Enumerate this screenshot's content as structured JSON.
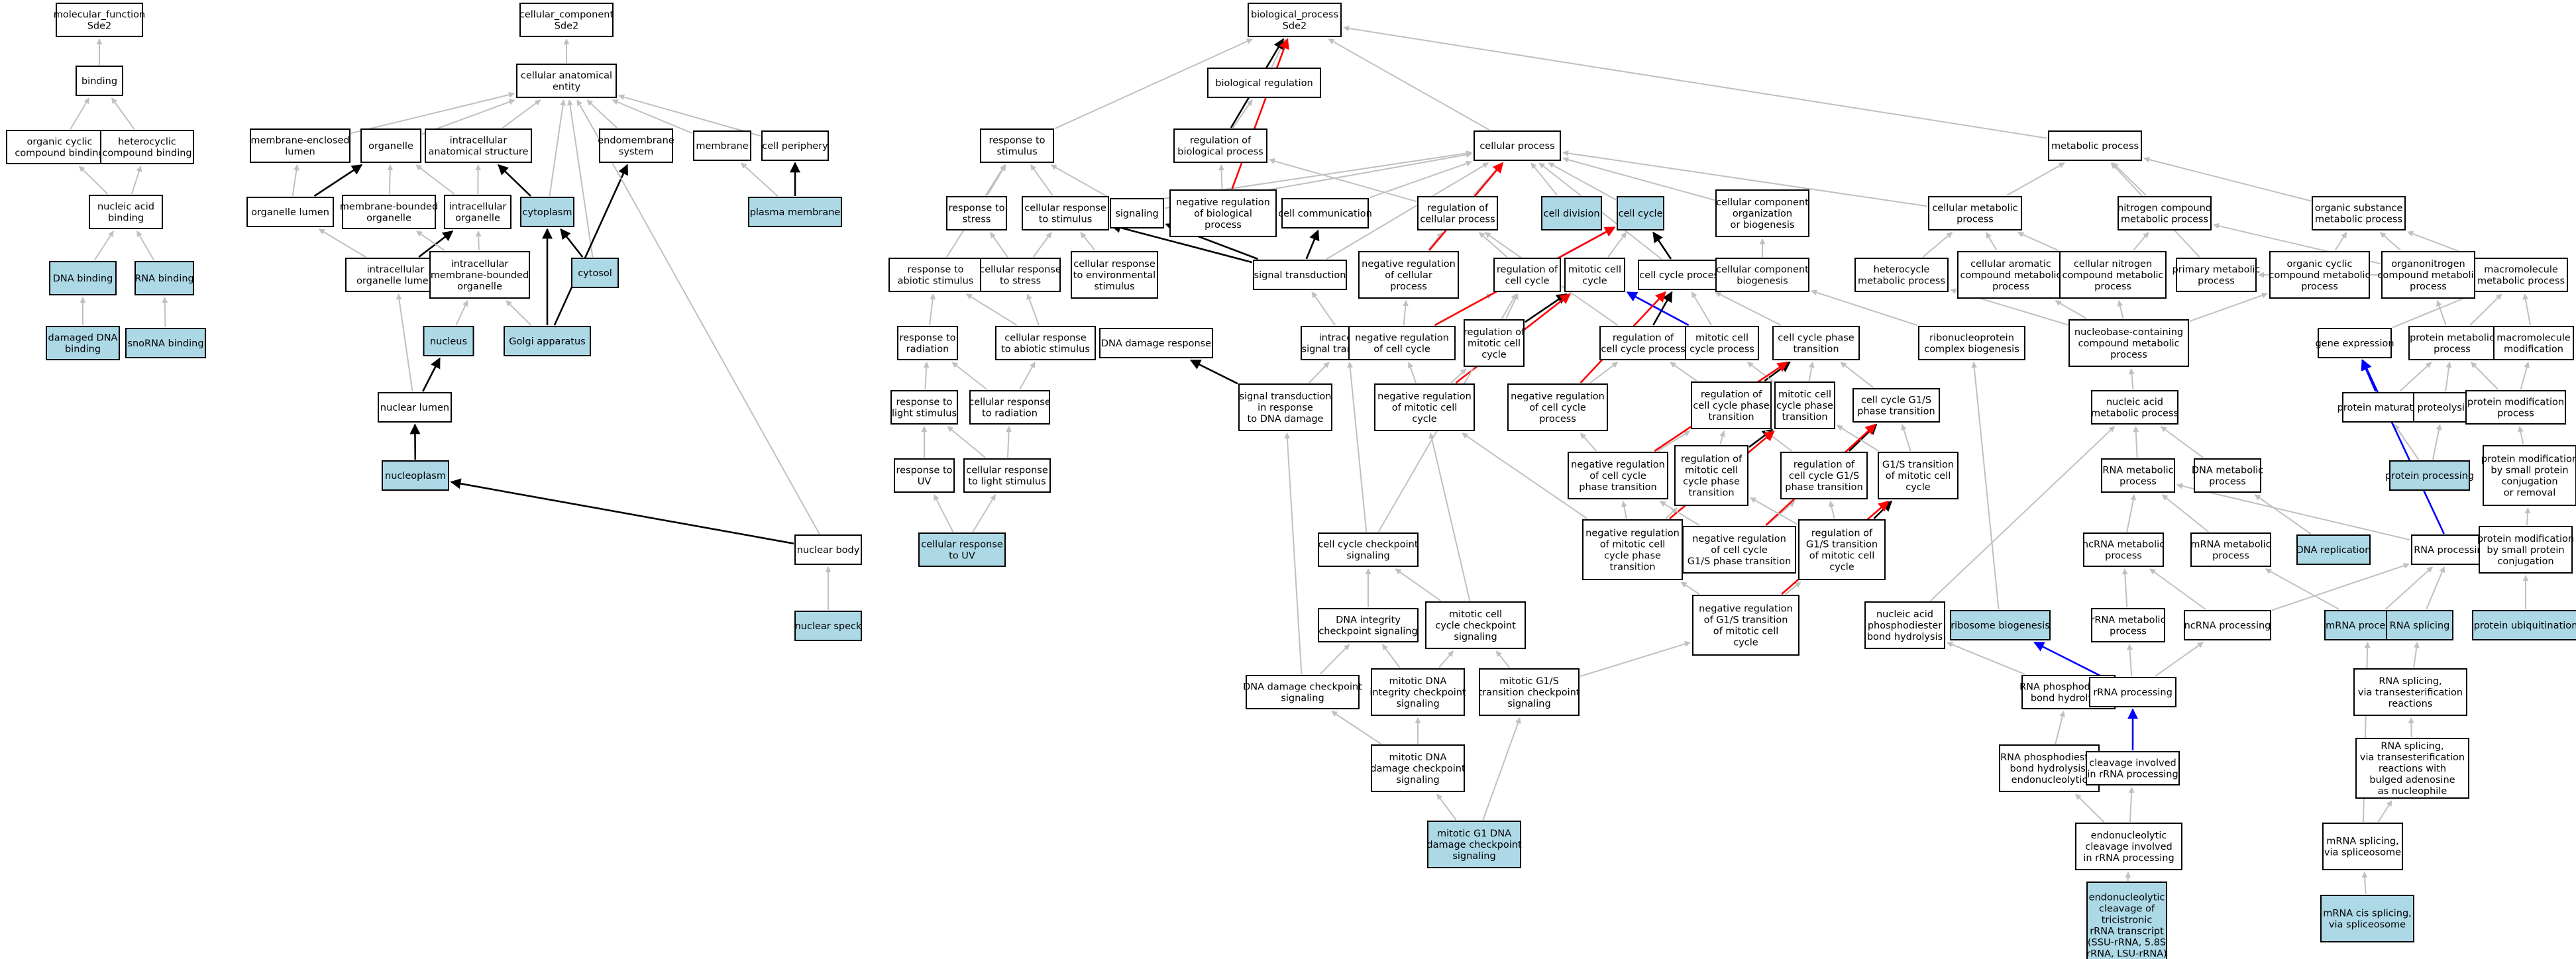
{
  "colors": {
    "background": "#ffffff",
    "plain_fill": "#ffffff",
    "highlight_fill": "#add8e6",
    "border": "#000000",
    "edge_is_a": "#c0c0c0",
    "edge_part_of": "#000000",
    "edge_regulates": "#0000ff",
    "edge_negatively_regulates": "#ff0000"
  },
  "nodes": [
    {
      "id": "mf",
      "label": [
        "molecular_function",
        "Sde2"
      ]
    },
    {
      "id": "binding",
      "label": [
        "binding"
      ]
    },
    {
      "id": "ocb",
      "label": [
        "organic cyclic",
        "compound binding"
      ]
    },
    {
      "id": "hcb",
      "label": [
        "heterocyclic",
        "compound binding"
      ]
    },
    {
      "id": "nab",
      "label": [
        "nucleic acid",
        "binding"
      ]
    },
    {
      "id": "dnab",
      "label": [
        "DNA binding"
      ],
      "hl": true
    },
    {
      "id": "rnab",
      "label": [
        "RNA binding"
      ],
      "hl": true
    },
    {
      "id": "ddnab",
      "label": [
        "damaged DNA",
        "binding"
      ],
      "hl": true
    },
    {
      "id": "snorna",
      "label": [
        "snoRNA binding"
      ],
      "hl": true
    },
    {
      "id": "cc",
      "label": [
        "cellular_component",
        "Sde2"
      ]
    },
    {
      "id": "cae",
      "label": [
        "cellular anatomical",
        "entity"
      ]
    },
    {
      "id": "mel",
      "label": [
        "membrane-enclosed",
        "lumen"
      ]
    },
    {
      "id": "organelle",
      "label": [
        "organelle"
      ]
    },
    {
      "id": "ias",
      "label": [
        "intracellular",
        "anatomical structure"
      ]
    },
    {
      "id": "ems",
      "label": [
        "endomembrane",
        "system"
      ]
    },
    {
      "id": "membrane",
      "label": [
        "membrane"
      ]
    },
    {
      "id": "cperi",
      "label": [
        "cell periphery"
      ]
    },
    {
      "id": "olumen",
      "label": [
        "organelle lumen"
      ]
    },
    {
      "id": "mbo",
      "label": [
        "membrane-bounded",
        "organelle"
      ]
    },
    {
      "id": "io",
      "label": [
        "intracellular",
        "organelle"
      ]
    },
    {
      "id": "cytoplasm",
      "label": [
        "cytoplasm"
      ],
      "hl": true
    },
    {
      "id": "pm",
      "label": [
        "plasma membrane"
      ],
      "hl": true
    },
    {
      "id": "iol",
      "label": [
        "intracellular",
        "organelle lumen"
      ]
    },
    {
      "id": "imbo",
      "label": [
        "intracellular",
        "membrane-bounded",
        "organelle"
      ]
    },
    {
      "id": "cytosol",
      "label": [
        "cytosol"
      ],
      "hl": true
    },
    {
      "id": "nucleus",
      "label": [
        "nucleus"
      ],
      "hl": true
    },
    {
      "id": "golgi",
      "label": [
        "Golgi apparatus"
      ],
      "hl": true
    },
    {
      "id": "nlumen",
      "label": [
        "nuclear lumen"
      ]
    },
    {
      "id": "nucleoplasm",
      "label": [
        "nucleoplasm"
      ],
      "hl": true
    },
    {
      "id": "nbody",
      "label": [
        "nuclear body"
      ]
    },
    {
      "id": "nspeck",
      "label": [
        "nuclear speck"
      ],
      "hl": true
    },
    {
      "id": "bp",
      "label": [
        "biological_process",
        "Sde2"
      ]
    },
    {
      "id": "breg",
      "label": [
        "biological regulation"
      ]
    },
    {
      "id": "rts",
      "label": [
        "response to",
        "stimulus"
      ]
    },
    {
      "id": "rbp",
      "label": [
        "regulation of",
        "biological process"
      ]
    },
    {
      "id": "cellproc",
      "label": [
        "cellular process"
      ]
    },
    {
      "id": "metproc",
      "label": [
        "metabolic process"
      ]
    },
    {
      "id": "rtstress",
      "label": [
        "response to",
        "stress"
      ]
    },
    {
      "id": "crts",
      "label": [
        "cellular response",
        "to stimulus"
      ]
    },
    {
      "id": "signaling",
      "label": [
        "signaling"
      ]
    },
    {
      "id": "nrbp",
      "label": [
        "negative regulation",
        "of biological",
        "process"
      ]
    },
    {
      "id": "ccomm",
      "label": [
        "cell communication"
      ]
    },
    {
      "id": "rcp",
      "label": [
        "regulation of",
        "cellular process"
      ]
    },
    {
      "id": "celldiv",
      "label": [
        "cell division"
      ],
      "hl": true
    },
    {
      "id": "cellcycle",
      "label": [
        "cell cycle"
      ],
      "hl": true
    },
    {
      "id": "ccob",
      "label": [
        "cellular component",
        "organization",
        "or biogenesis"
      ]
    },
    {
      "id": "cmp",
      "label": [
        "cellular metabolic",
        "process"
      ]
    },
    {
      "id": "ncmp",
      "label": [
        "nitrogen compound",
        "metabolic process"
      ]
    },
    {
      "id": "osmp",
      "label": [
        "organic substance",
        "metabolic process"
      ]
    },
    {
      "id": "rtas",
      "label": [
        "response to",
        "abiotic stimulus"
      ]
    },
    {
      "id": "crtstress",
      "label": [
        "cellular response",
        "to stress"
      ]
    },
    {
      "id": "crtes",
      "label": [
        "cellular response",
        "to environmental",
        "stimulus"
      ]
    },
    {
      "id": "sigtrans",
      "label": [
        "signal transduction"
      ]
    },
    {
      "id": "nrcp",
      "label": [
        "negative regulation",
        "of cellular",
        "process"
      ]
    },
    {
      "id": "rcc",
      "label": [
        "regulation of",
        "cell cycle"
      ]
    },
    {
      "id": "mcc",
      "label": [
        "mitotic cell",
        "cycle"
      ]
    },
    {
      "id": "ccp",
      "label": [
        "cell cycle process"
      ]
    },
    {
      "id": "ccb",
      "label": [
        "cellular component",
        "biogenesis"
      ]
    },
    {
      "id": "hmp",
      "label": [
        "heterocycle",
        "metabolic process"
      ]
    },
    {
      "id": "cacmp",
      "label": [
        "cellular aromatic",
        "compound metabolic",
        "process"
      ]
    },
    {
      "id": "cncmp",
      "label": [
        "cellular nitrogen",
        "compound metabolic",
        "process"
      ]
    },
    {
      "id": "pmp",
      "label": [
        "primary metabolic",
        "process"
      ]
    },
    {
      "id": "occmp",
      "label": [
        "organic cyclic",
        "compound metabolic",
        "process"
      ]
    },
    {
      "id": "oncmp",
      "label": [
        "organonitrogen",
        "compound metabolic",
        "process"
      ]
    },
    {
      "id": "mmp",
      "label": [
        "macromolecule",
        "metabolic process"
      ]
    },
    {
      "id": "rtrad",
      "label": [
        "response to",
        "radiation"
      ]
    },
    {
      "id": "crtas",
      "label": [
        "cellular response",
        "to abiotic stimulus"
      ]
    },
    {
      "id": "dnadr",
      "label": [
        "DNA damage response"
      ]
    },
    {
      "id": "ist",
      "label": [
        "intracellular",
        "signal transduction"
      ]
    },
    {
      "id": "nrcc",
      "label": [
        "negative regulation",
        "of cell cycle"
      ]
    },
    {
      "id": "rmcc",
      "label": [
        "regulation of",
        "mitotic cell",
        "cycle"
      ]
    },
    {
      "id": "rccp",
      "label": [
        "regulation of",
        "cell cycle process"
      ]
    },
    {
      "id": "mccp",
      "label": [
        "mitotic cell",
        "cycle process"
      ]
    },
    {
      "id": "ccpt",
      "label": [
        "cell cycle phase",
        "transition"
      ]
    },
    {
      "id": "rcb",
      "label": [
        "ribonucleoprotein",
        "complex biogenesis"
      ]
    },
    {
      "id": "nccmp",
      "label": [
        "nucleobase-containing",
        "compound metabolic",
        "process"
      ]
    },
    {
      "id": "geneexp",
      "label": [
        "gene expression"
      ]
    },
    {
      "id": "protmp",
      "label": [
        "protein metabolic",
        "process"
      ]
    },
    {
      "id": "macmod",
      "label": [
        "macromolecule",
        "modification"
      ]
    },
    {
      "id": "rtls",
      "label": [
        "response to",
        "light stimulus"
      ]
    },
    {
      "id": "crtrad",
      "label": [
        "cellular response",
        "to radiation"
      ]
    },
    {
      "id": "stidd",
      "label": [
        "signal transduction",
        "in response",
        "to DNA damage"
      ]
    },
    {
      "id": "nrmcc",
      "label": [
        "negative regulation",
        "of mitotic cell",
        "cycle"
      ]
    },
    {
      "id": "nrccp",
      "label": [
        "negative regulation",
        "of cell cycle",
        "process"
      ]
    },
    {
      "id": "rccpt",
      "label": [
        "regulation of",
        "cell cycle phase",
        "transition"
      ]
    },
    {
      "id": "mccpt",
      "label": [
        "mitotic cell",
        "cycle phase",
        "transition"
      ]
    },
    {
      "id": "ccg1s",
      "label": [
        "cell cycle G1/S",
        "phase transition"
      ]
    },
    {
      "id": "namp",
      "label": [
        "nucleic acid",
        "metabolic process"
      ]
    },
    {
      "id": "protmat",
      "label": [
        "protein maturation"
      ]
    },
    {
      "id": "proteolysis",
      "label": [
        "proteolysis"
      ]
    },
    {
      "id": "protmod",
      "label": [
        "protein modification",
        "process"
      ]
    },
    {
      "id": "rtuv",
      "label": [
        "response to",
        "UV"
      ]
    },
    {
      "id": "crtls",
      "label": [
        "cellular response",
        "to light stimulus"
      ]
    },
    {
      "id": "nrccpt",
      "label": [
        "negative regulation",
        "of cell cycle",
        "phase transition"
      ]
    },
    {
      "id": "rmccpt",
      "label": [
        "regulation of",
        "mitotic cell",
        "cycle phase",
        "transition"
      ]
    },
    {
      "id": "rccg1s",
      "label": [
        "regulation of",
        "cell cycle G1/S",
        "phase transition"
      ]
    },
    {
      "id": "g1smcc",
      "label": [
        "G1/S transition",
        "of mitotic cell",
        "cycle"
      ]
    },
    {
      "id": "rnamp",
      "label": [
        "RNA metabolic",
        "process"
      ]
    },
    {
      "id": "dnamp",
      "label": [
        "DNA metabolic",
        "process"
      ]
    },
    {
      "id": "protproc",
      "label": [
        "protein processing"
      ],
      "hl": true
    },
    {
      "id": "pmspcr",
      "label": [
        "protein modification",
        "by small protein",
        "conjugation",
        "or removal"
      ]
    },
    {
      "id": "crtuv",
      "label": [
        "cellular response",
        "to UV"
      ],
      "hl": true
    },
    {
      "id": "cccs",
      "label": [
        "cell cycle checkpoint",
        "signaling"
      ]
    },
    {
      "id": "nrmccpt",
      "label": [
        "negative regulation",
        "of mitotic cell",
        "cycle phase",
        "transition"
      ]
    },
    {
      "id": "nrccg1s",
      "label": [
        "negative regulation",
        "of cell cycle",
        "G1/S phase transition"
      ]
    },
    {
      "id": "rg1smcc",
      "label": [
        "regulation of",
        "G1/S transition",
        "of mitotic cell",
        "cycle"
      ]
    },
    {
      "id": "ncrnamp",
      "label": [
        "ncRNA metabolic",
        "process"
      ]
    },
    {
      "id": "mrnamp",
      "label": [
        "mRNA metabolic",
        "process"
      ]
    },
    {
      "id": "dnarep",
      "label": [
        "DNA replication"
      ],
      "hl": true
    },
    {
      "id": "rnaproc",
      "label": [
        "RNA processing"
      ]
    },
    {
      "id": "pmspc",
      "label": [
        "protein modification",
        "by small protein",
        "conjugation"
      ]
    },
    {
      "id": "dnaics",
      "label": [
        "DNA integrity",
        "checkpoint signaling"
      ]
    },
    {
      "id": "mccps",
      "label": [
        "mitotic cell",
        "cycle checkpoint",
        "signaling"
      ]
    },
    {
      "id": "nrg1smcc",
      "label": [
        "negative regulation",
        "of G1/S transition",
        "of mitotic cell",
        "cycle"
      ]
    },
    {
      "id": "napbh",
      "label": [
        "nucleic acid",
        "phosphodiester",
        "bond hydrolysis"
      ]
    },
    {
      "id": "ribobio",
      "label": [
        "ribosome biogenesis"
      ],
      "hl": true
    },
    {
      "id": "rrnamp",
      "label": [
        "rRNA metabolic",
        "process"
      ]
    },
    {
      "id": "ncrnaproc",
      "label": [
        "ncRNA processing"
      ]
    },
    {
      "id": "mrnaproc",
      "label": [
        "mRNA processing"
      ],
      "hl": true
    },
    {
      "id": "rnasplic",
      "label": [
        "RNA splicing"
      ],
      "hl": true
    },
    {
      "id": "protubiq",
      "label": [
        "protein ubiquitination"
      ],
      "hl": true
    },
    {
      "id": "dnadcs",
      "label": [
        "DNA damage checkpoint",
        "signaling"
      ]
    },
    {
      "id": "mdnaics",
      "label": [
        "mitotic DNA",
        "integrity checkpoint",
        "signaling"
      ]
    },
    {
      "id": "mg1stcs",
      "label": [
        "mitotic G1/S",
        "transition checkpoint",
        "signaling"
      ]
    },
    {
      "id": "rnapbh",
      "label": [
        "RNA phosphodiester",
        "bond hydrolysis"
      ]
    },
    {
      "id": "rrnaproc",
      "label": [
        "rRNA processing"
      ]
    },
    {
      "id": "rnasplic_tr",
      "label": [
        "RNA splicing,",
        "via transesterification",
        "reactions"
      ]
    },
    {
      "id": "mdnadcs",
      "label": [
        "mitotic DNA",
        "damage checkpoint",
        "signaling"
      ]
    },
    {
      "id": "rnapbhe",
      "label": [
        "RNA phosphodiester",
        "bond hydrolysis,",
        "endonucleolytic"
      ]
    },
    {
      "id": "cirrp",
      "label": [
        "cleavage involved",
        "in rRNA processing"
      ]
    },
    {
      "id": "rnasplic_ba",
      "label": [
        "RNA splicing,",
        "via transesterification",
        "reactions with",
        "bulged adenosine",
        "as nucleophile"
      ]
    },
    {
      "id": "endocleave",
      "label": [
        "endonucleolytic",
        "cleavage involved",
        "in rRNA processing"
      ]
    },
    {
      "id": "mrnasplic",
      "label": [
        "mRNA splicing,",
        "via spliceosome"
      ]
    },
    {
      "id": "mg1dnadcs",
      "label": [
        "mitotic G1 DNA",
        "damage checkpoint",
        "signaling"
      ],
      "hl": true
    },
    {
      "id": "endotri",
      "label": [
        "endonucleolytic",
        "cleavage of",
        "tricistronic",
        "rRNA transcript",
        "(SSU-rRNA, 5.8S",
        "rRNA, LSU-rRNA)"
      ],
      "hl": true
    },
    {
      "id": "mrnacis",
      "label": [
        "mRNA cis splicing,",
        "via spliceosome"
      ],
      "hl": true
    }
  ]
}
